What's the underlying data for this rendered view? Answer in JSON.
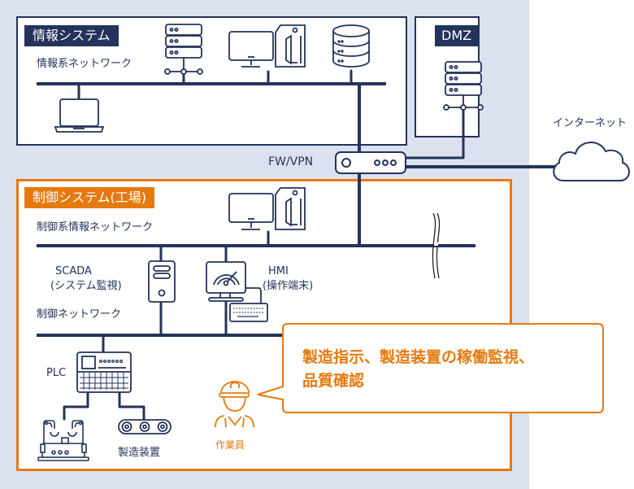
{
  "colors": {
    "navy": "#24335a",
    "orange": "#e57a10",
    "panel_bg": "#dbe1ef"
  },
  "info_system": {
    "title": "情報システム",
    "network_label": "情報系ネットワーク",
    "devices": [
      "server-icon",
      "desktop-pc-icon",
      "database-icon",
      "laptop-icon"
    ]
  },
  "dmz": {
    "title": "DMZ",
    "devices": [
      "server-icon"
    ]
  },
  "internet": {
    "label": "インターネット"
  },
  "firewall": {
    "label": "FW/VPN"
  },
  "control_system": {
    "title": "制御システム(工場)",
    "info_network_label": "制御系情報ネットワーク",
    "control_network_label": "制御ネットワーク",
    "scada": {
      "line1": "SCADA",
      "line2": "(システム監視)"
    },
    "hmi": {
      "line1": "HMI",
      "line2": "(操作端末)"
    },
    "plc": {
      "label": "PLC"
    },
    "equipment": {
      "label": "製造装置"
    },
    "worker": {
      "label": "作業員"
    }
  },
  "callout": {
    "line1": "製造指示、製造装置の稼働監視、",
    "line2": "品質確認"
  }
}
